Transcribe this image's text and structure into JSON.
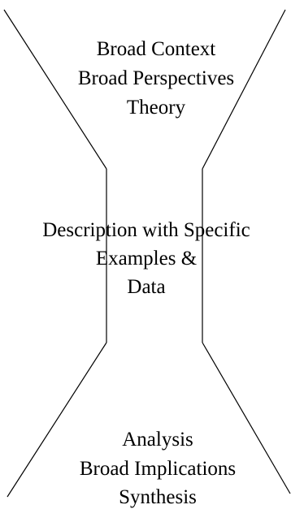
{
  "top_section": {
    "lines": [
      "Broad Context",
      "Broad Perspectives",
      "Theory"
    ]
  },
  "middle_section": {
    "lines": [
      "Description with Specific",
      "Examples &",
      "Data"
    ]
  },
  "bottom_section": {
    "lines": [
      "Analysis",
      "Broad Implications",
      "Synthesis"
    ]
  }
}
